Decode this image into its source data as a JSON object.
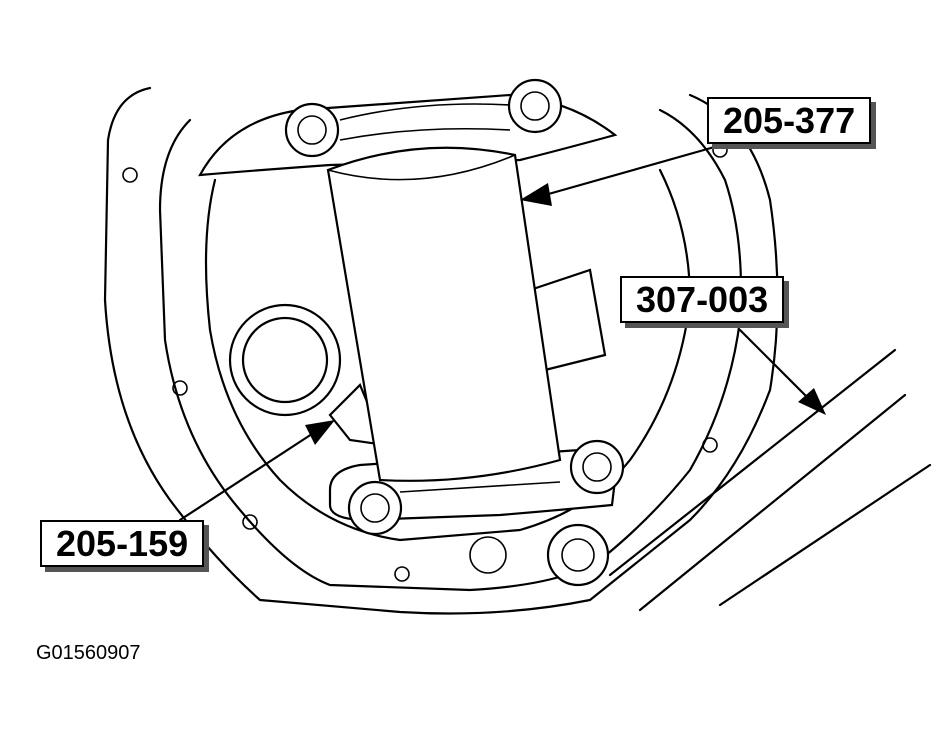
{
  "callouts": {
    "tool_top_right": "205-377",
    "tool_right": "307-003",
    "tool_left": "205-159"
  },
  "figure_id": "G01560907",
  "colors": {
    "ink": "#000000",
    "paper": "#ffffff",
    "shadow": "#555555"
  }
}
